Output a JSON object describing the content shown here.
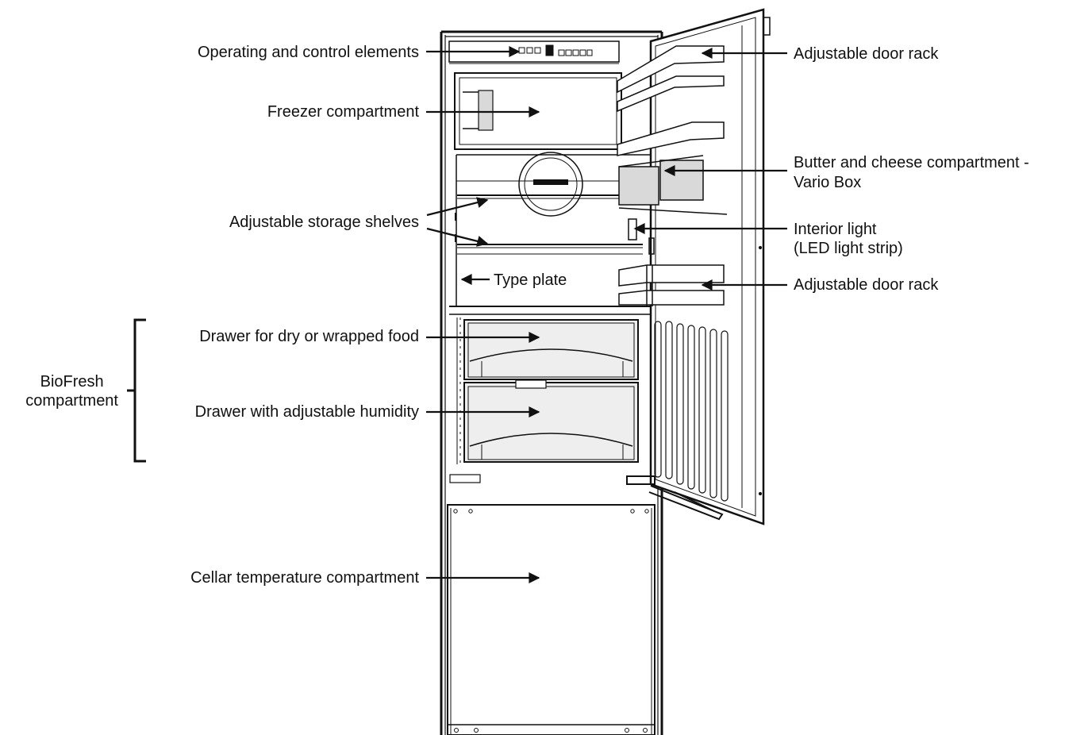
{
  "labels": {
    "operating": "Operating and control elements",
    "freezer": "Freezer compartment",
    "shelves": "Adjustable storage shelves",
    "type_plate": "Type plate",
    "dry_drawer": "Drawer for dry or wrapped food",
    "humidity_drawer": "Drawer with adjustable humidity",
    "cellar": "Cellar temperature compartment",
    "biofresh": "BioFresh\ncompartment",
    "door_rack_top": "Adjustable door rack",
    "butter_cheese": "Butter and cheese compartment -\nVario Box",
    "interior_light": "Interior light\n(LED light strip)",
    "door_rack_lower": "Adjustable door rack"
  },
  "colors": {
    "line": "#111111",
    "drawer_fill": "#eeeeee",
    "box_fill": "#d9d9d9"
  }
}
